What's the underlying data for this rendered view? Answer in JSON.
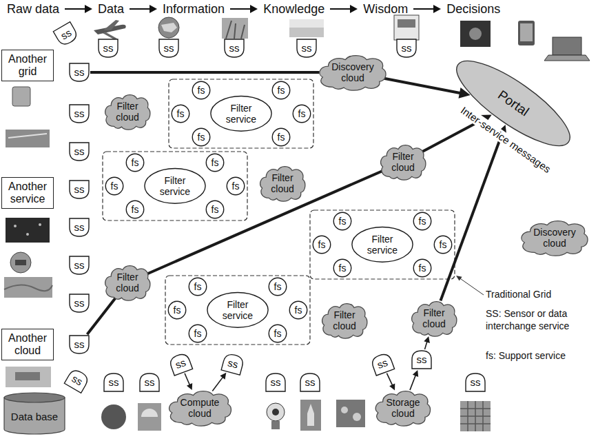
{
  "diagram": {
    "nodes": [
      {
        "text": [
          "Another grid"
        ]
      },
      {
        "text": [
          "ss"
        ]
      },
      {
        "text": [
          "ss"
        ]
      },
      {
        "text": [
          "ss"
        ]
      },
      {
        "text": [
          "ss"
        ]
      },
      {
        "text": [
          "ss"
        ]
      },
      {
        "text": [
          "ss"
        ]
      },
      {
        "text": [
          "Portal"
        ]
      },
      {
        "text": [
          "ss"
        ]
      },
      {
        "text": [
          "Filter cloud"
        ]
      },
      {
        "text": [
          "Filter service"
        ]
      },
      {
        "text": [
          "fs"
        ]
      },
      {
        "text": [
          "fs"
        ]
      },
      {
        "text": [
          "fs"
        ]
      },
      {
        "text": [
          "fs"
        ]
      },
      {
        "text": [
          "fs"
        ]
      },
      {
        "text": [
          "fs"
        ]
      },
      {
        "text": [
          "Discovery cloud"
        ]
      },
      {
        "text": [
          "ss"
        ]
      },
      {
        "text": [
          "Another service"
        ]
      },
      {
        "text": [
          "ss"
        ]
      },
      {
        "text": [
          "Filter service"
        ]
      },
      {
        "text": [
          "fs"
        ]
      },
      {
        "text": [
          "fs"
        ]
      },
      {
        "text": [
          "fs"
        ]
      },
      {
        "text": [
          "fs"
        ]
      },
      {
        "text": [
          "fs"
        ]
      },
      {
        "text": [
          "fs"
        ]
      },
      {
        "text": [
          "Filter cloud"
        ]
      },
      {
        "text": [
          "Filter cloud"
        ]
      },
      {
        "text": [
          "ss"
        ]
      },
      {
        "text": [
          "ss"
        ]
      },
      {
        "text": [
          "Filter service"
        ]
      },
      {
        "text": [
          "fs"
        ]
      },
      {
        "text": [
          "fs"
        ]
      },
      {
        "text": [
          "fs"
        ]
      },
      {
        "text": [
          "fs"
        ]
      },
      {
        "text": [
          "fs"
        ]
      },
      {
        "text": [
          "fs"
        ]
      },
      {
        "text": [
          "Discovery cloud"
        ]
      },
      {
        "text": [
          "ss"
        ]
      },
      {
        "text": [
          "Filter cloud"
        ]
      },
      {
        "text": [
          "Filter service"
        ]
      },
      {
        "text": [
          "fs"
        ]
      },
      {
        "text": [
          "fs"
        ]
      },
      {
        "text": [
          "fs"
        ]
      },
      {
        "text": [
          "fs"
        ]
      },
      {
        "text": [
          "fs"
        ]
      },
      {
        "text": [
          "fs"
        ]
      },
      {
        "text": [
          "ss"
        ]
      },
      {
        "text": [
          "Filter cloud"
        ]
      },
      {
        "text": [
          "Filter cloud"
        ]
      },
      {
        "text": [
          "Another cloud"
        ]
      },
      {
        "text": [
          "ss"
        ]
      },
      {
        "text": [
          "ss"
        ]
      },
      {
        "text": [
          "ss"
        ]
      },
      {
        "text": [
          "ss"
        ]
      },
      {
        "text": [
          "ss"
        ]
      },
      {
        "text": [
          "ss"
        ]
      },
      {
        "text": [
          "ss"
        ]
      },
      {
        "text": [
          "ss"
        ]
      },
      {
        "text": [
          "ss"
        ]
      },
      {
        "text": [
          "ss"
        ]
      },
      {
        "text": [
          "ss"
        ]
      },
      {
        "text": [
          "Compute cloud"
        ]
      },
      {
        "text": [
          "Storage cloud"
        ]
      },
      {
        "text": [
          "Data base"
        ]
      }
    ],
    "edges": [
      {
        "from": 8,
        "to": 17,
        "arrow": "none"
      },
      {
        "from": 17,
        "to": 7,
        "arrow": "to"
      },
      {
        "from": 53,
        "to": 41,
        "arrow": "none"
      },
      {
        "from": 41,
        "to": 28,
        "arrow": "none"
      },
      {
        "from": 28,
        "to": 7,
        "arrow": "to"
      },
      {
        "from": 51,
        "to": 7,
        "arrow": "to"
      },
      {
        "from": 57,
        "to": 64,
        "arrow": "to"
      },
      {
        "from": 64,
        "to": 58,
        "arrow": "to"
      },
      {
        "from": 61,
        "to": 65,
        "arrow": "to"
      },
      {
        "from": 65,
        "to": 62,
        "arrow": "to"
      },
      {
        "from": 62,
        "to": 51,
        "arrow": "to"
      }
    ],
    "labels": [
      "Raw data",
      "Data",
      "Information",
      "Knowledge",
      "Wisdom",
      "Decisions",
      "Inter-service messages",
      "Traditional Grid",
      "SS: Sensor or data interchange service",
      "fs: Support service"
    ]
  }
}
